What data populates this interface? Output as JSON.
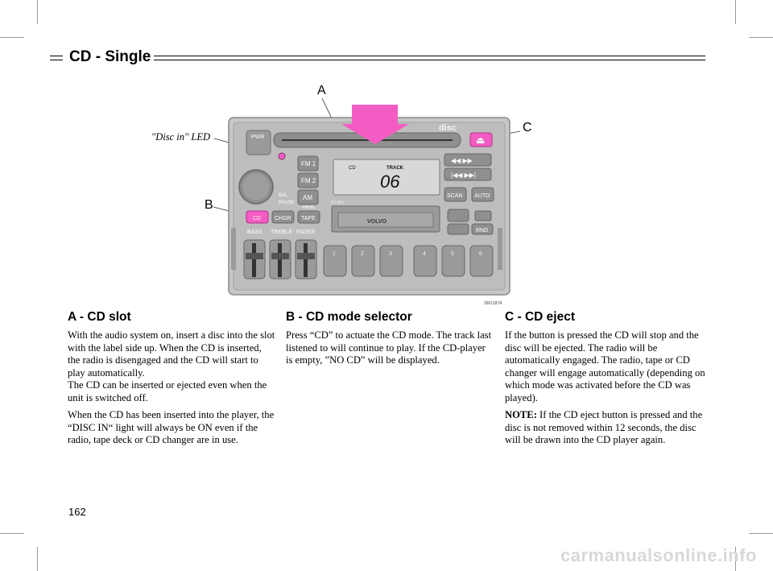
{
  "header": {
    "title": "CD - Single"
  },
  "figure": {
    "callout_a": "A",
    "callout_b": "B",
    "callout_c": "C",
    "led_label": "\"Disc in\" LED",
    "code": "3901187A",
    "radio": {
      "pwr": "PWR",
      "fm1": "FM 1",
      "fm2": "FM 2",
      "am": "AM",
      "cd": "CD",
      "chgr": "CHGR",
      "tape": "TAPE",
      "prog": "PROG",
      "scan": "SCAN",
      "auto": "AUTO",
      "rnd": "RND",
      "bass": "BASS",
      "treble": "TREBLE",
      "fader": "FADER",
      "bal": "BAL",
      "pause": "PAUSE",
      "disc": "disc",
      "display_cd": "CD",
      "display_track_label": "TRACK",
      "display_track": "06",
      "model": "SC-816",
      "brand": "VOLVO",
      "presets": [
        "1",
        "2",
        "3",
        "4",
        "5",
        "6"
      ]
    }
  },
  "sections": {
    "a": {
      "heading": "A - CD slot",
      "p1": "With the audio system on, insert a disc into the slot with the label side up. When the CD is inserted, the radio is disengaged and the CD will start to play automatically.",
      "p1b": "The CD can be inserted or ejected even when the unit is switched off.",
      "p2": "When the CD has been inserted into the player, the “DISC IN“ light will always be ON even if the radio, tape deck or CD changer are in use."
    },
    "b": {
      "heading": "B - CD mode selector",
      "p1": "Press “CD” to actuate the CD mode. The track last listened to will continue to play. If the CD-player is empty, ”NO CD” will be displayed."
    },
    "c": {
      "heading": "C - CD eject",
      "p1": "If the button is pressed the CD will stop and the disc will be ejected. The radio will be automatically engaged. The radio, tape or CD changer will engage automatically (depending on which mode was activated before the CD was played).",
      "note_label": "NOTE:",
      "note_text": " If the CD eject button is pressed and the disc is not removed within 12 seconds, the disc will be drawn into the CD player again."
    }
  },
  "footer": {
    "page_number": "162",
    "watermark": "carmanualsonline.info"
  }
}
